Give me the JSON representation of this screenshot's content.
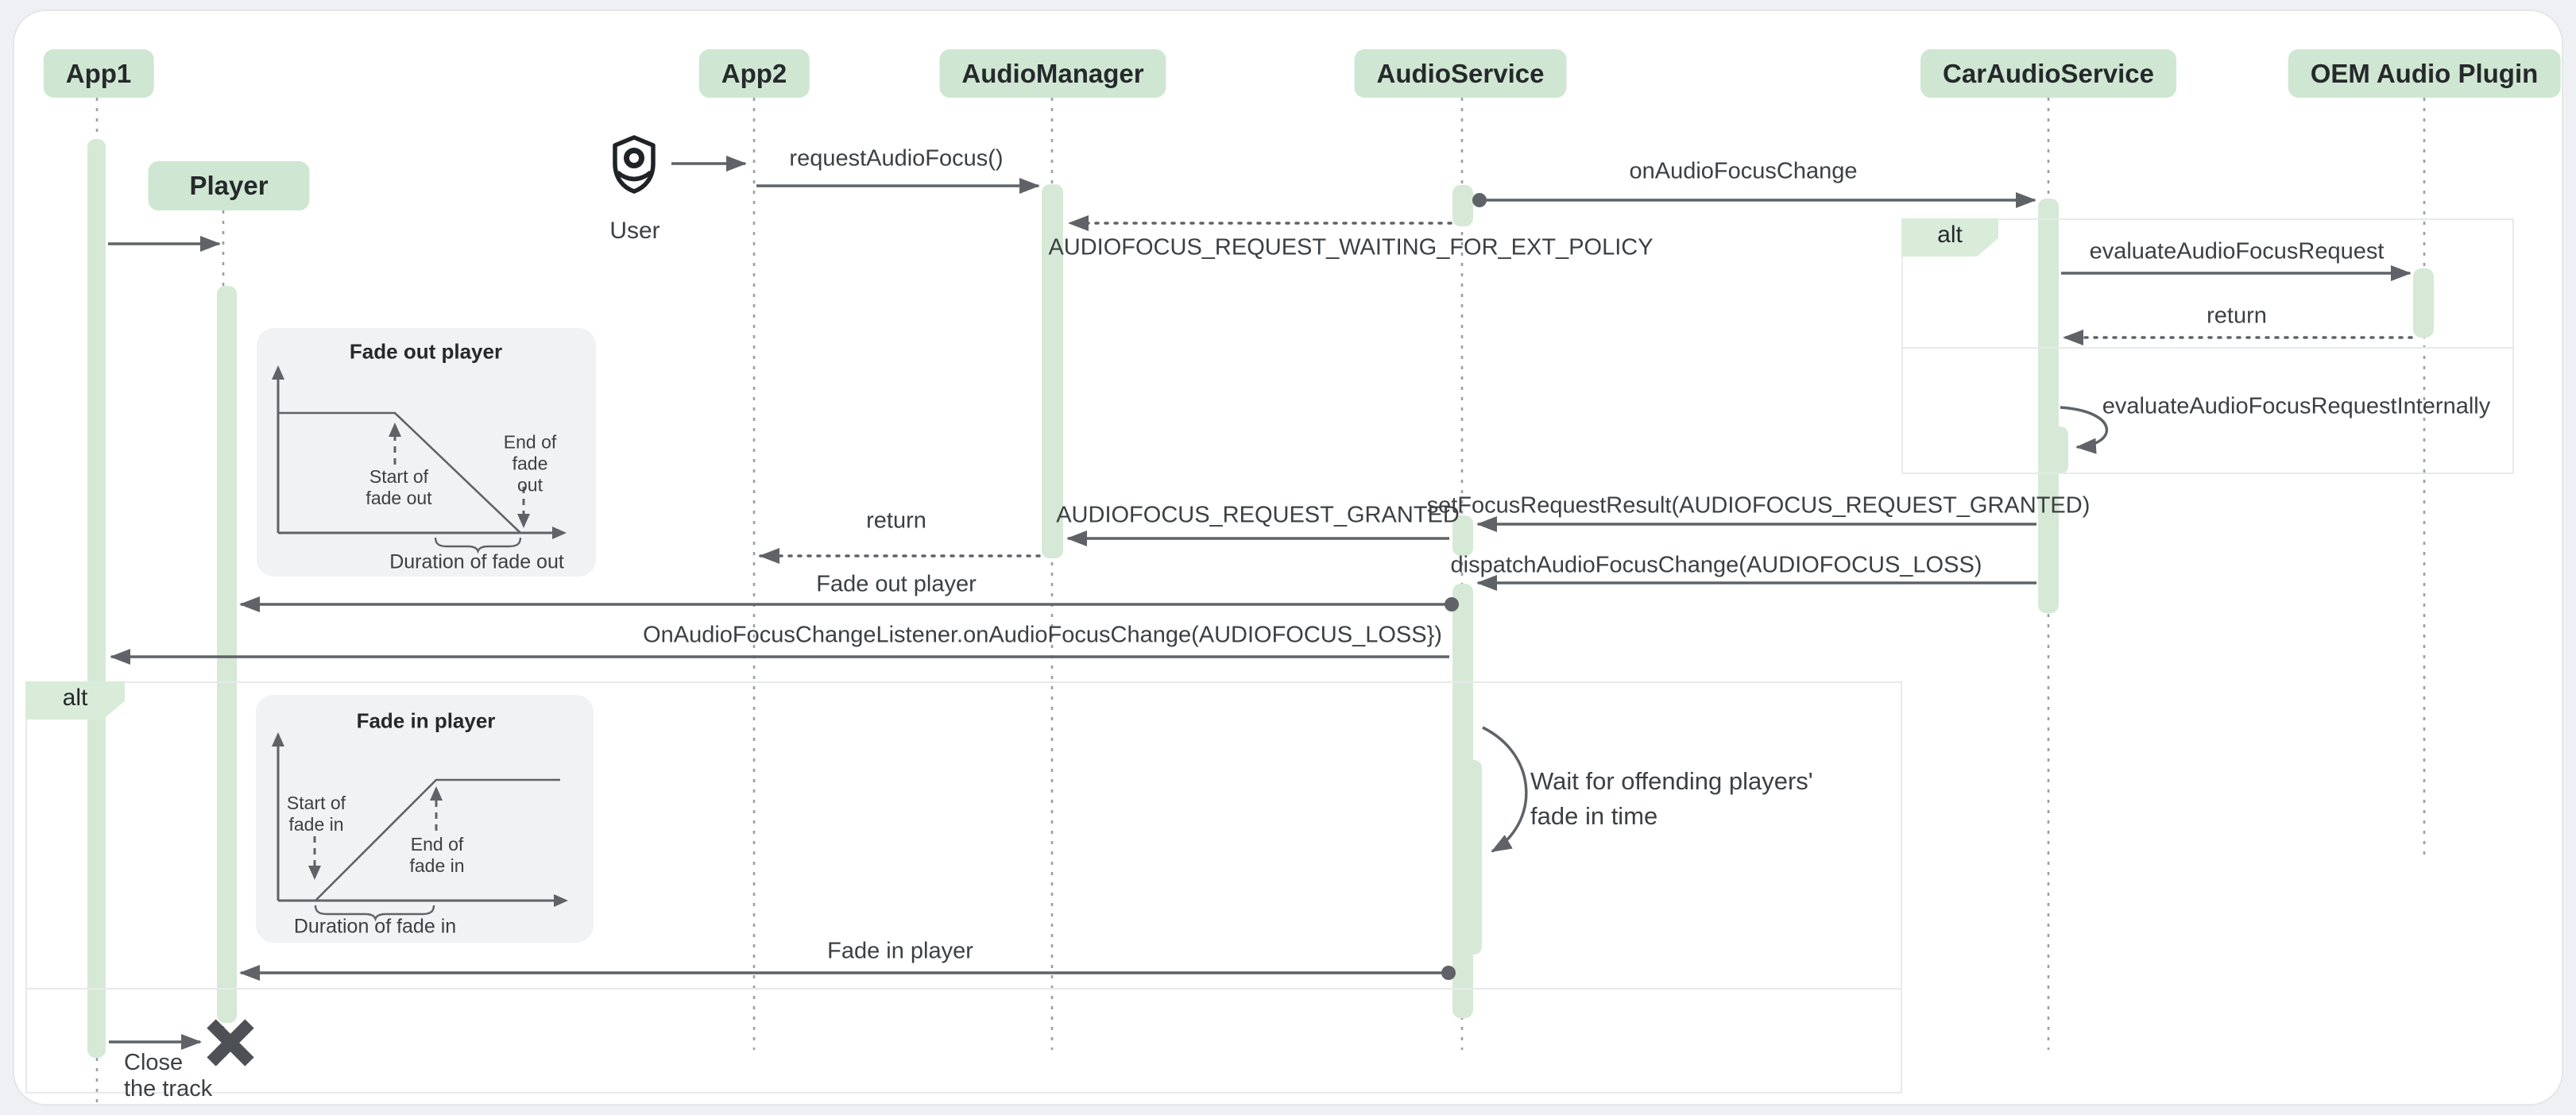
{
  "participants": [
    {
      "label": "App1"
    },
    {
      "label": "App2"
    },
    {
      "label": "AudioManager"
    },
    {
      "label": "AudioService"
    },
    {
      "label": "CarAudioService"
    },
    {
      "label": "OEM Audio Plugin"
    }
  ],
  "objects": {
    "player": "Player"
  },
  "actor": {
    "label": "User",
    "icon": "shield-person-icon"
  },
  "frames": {
    "left_alt": "alt",
    "right_alt": "alt"
  },
  "messages": {
    "request_audio_focus": "requestAudioFocus()",
    "on_audio_focus_change": "onAudioFocusChange",
    "waiting_ext_policy": "AUDIOFOCUS_REQUEST_WAITING_FOR_EXT_POLICY",
    "evaluate_focus_request": "evaluateAudioFocusRequest",
    "return_oem": "return",
    "evaluate_internally": "evaluateAudioFocusRequestInternally",
    "set_focus_result": "setFocusRequestResult(AUDIOFOCUS_REQUEST_GRANTED)",
    "request_granted": "AUDIOFOCUS_REQUEST_GRANTED",
    "return_app2": "return",
    "dispatch_change": "dispatchAudioFocusChange(AUDIOFOCUS_LOSS)",
    "fade_out_player": "Fade out player",
    "listener_callback": "OnAudioFocusChangeListener.onAudioFocusChange(AUDIOFOCUS_LOSS})",
    "fade_in_player": "Fade in player"
  },
  "notes": {
    "wait_line1": "Wait for offending players'",
    "wait_line2": "fade in time",
    "close_line1": "Close",
    "close_line2": "the track"
  },
  "charts": {
    "fade_out": {
      "title": "Fade out player",
      "start_line1": "Start of",
      "start_line2": "fade out",
      "end_line1": "End of",
      "end_line2": "fade out",
      "duration": "Duration of fade out"
    },
    "fade_in": {
      "title": "Fade in player",
      "start_line1": "Start of",
      "start_line2": "fade in",
      "end_line1": "End of",
      "end_line2": "fade in",
      "duration": "Duration of fade in"
    }
  },
  "colors": {
    "participant_fill": "#cfe7d2",
    "activation_fill": "#d6e9d6",
    "frame_label_fill": "#d9ecda",
    "arrow": "#5f6368",
    "lifeline": "#9aa0a6",
    "chart_bg": "#f0f2f4",
    "card_bg": "#ffffff",
    "canvas_bg": "#eef0f3"
  }
}
